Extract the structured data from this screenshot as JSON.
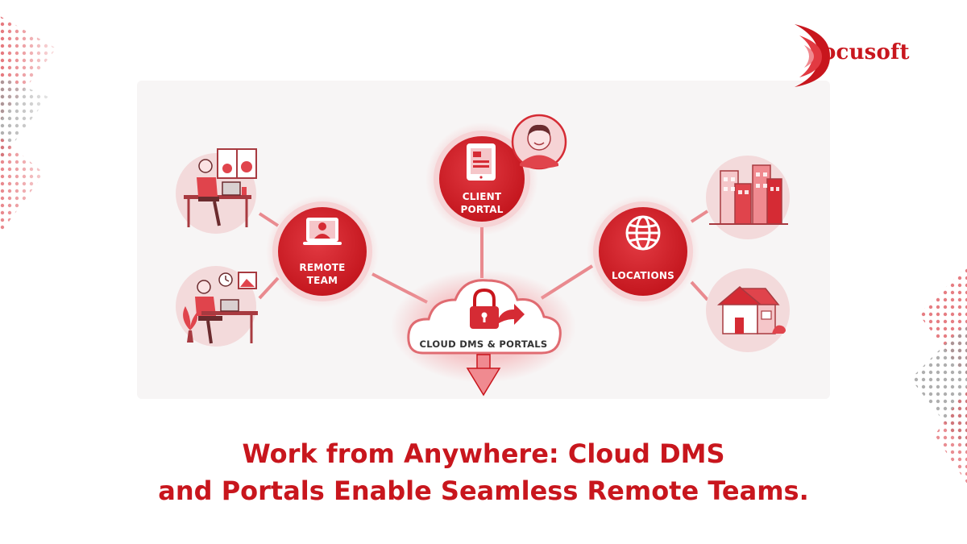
{
  "logo": {
    "text": "ocusoft",
    "color": "#c8161d"
  },
  "nodes": {
    "client_portal": {
      "line1": "CLIENT",
      "line2": "PORTAL"
    },
    "remote_team": {
      "line1": "REMOTE",
      "line2": "TEAM"
    },
    "locations": {
      "label": "LOCATIONS"
    },
    "cloud": {
      "label": "CLOUD DMS & PORTALS"
    }
  },
  "headline": {
    "line1": "Work from Anywhere: Cloud DMS",
    "line2": "and Portals Enable Seamless Remote Teams."
  },
  "colors": {
    "accent": "#c8161d",
    "node_red": "#d52b34",
    "pink_light": "#f7d7d8",
    "pink_node": "#f0c4c7",
    "line": "#e98a8f"
  },
  "icons": [
    "tablet-icon",
    "person-avatar-icon",
    "laptop-user-icon",
    "globe-icon",
    "lock-icon",
    "share-arrow-icon",
    "download-arrow-icon",
    "buildings-icon",
    "house-icon",
    "office-worker-icon",
    "home-worker-icon"
  ]
}
